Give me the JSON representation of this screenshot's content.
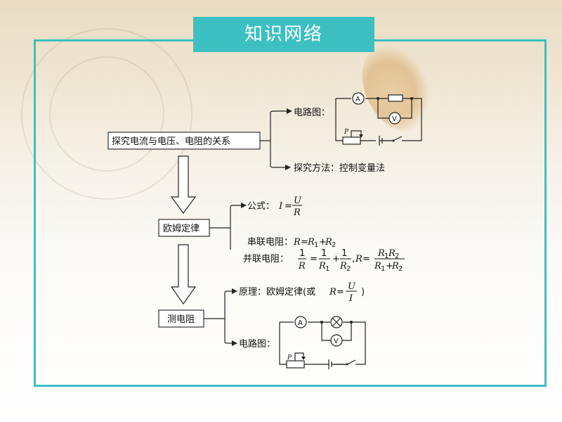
{
  "title": "知识网络",
  "nodes": {
    "topic": "探究电流与电压、电阻的关系",
    "circuit_label_1": "电路图：",
    "method_label": "探究方法：控制变量法",
    "ohm_law": "欧姆定律",
    "formula_label": "公式：",
    "series_label": "串联电阻：",
    "parallel_label": "并联电阻：",
    "measure": "测电阻",
    "principle_label": "原理：欧姆定律(或",
    "circuit_label_2": "电路图："
  },
  "symbols": {
    "ammeter": "A",
    "voltmeter": "V",
    "slider": "P"
  },
  "formulas": {
    "I": "I",
    "eq": "=",
    "U": "U",
    "R": "R",
    "R1": "R",
    "R2": "R",
    "sub1": "1",
    "sub2": "2",
    "one": "1",
    "plus": "+",
    "comma": ",",
    "close": ")"
  },
  "colors": {
    "accent": "#3cc0c2"
  }
}
